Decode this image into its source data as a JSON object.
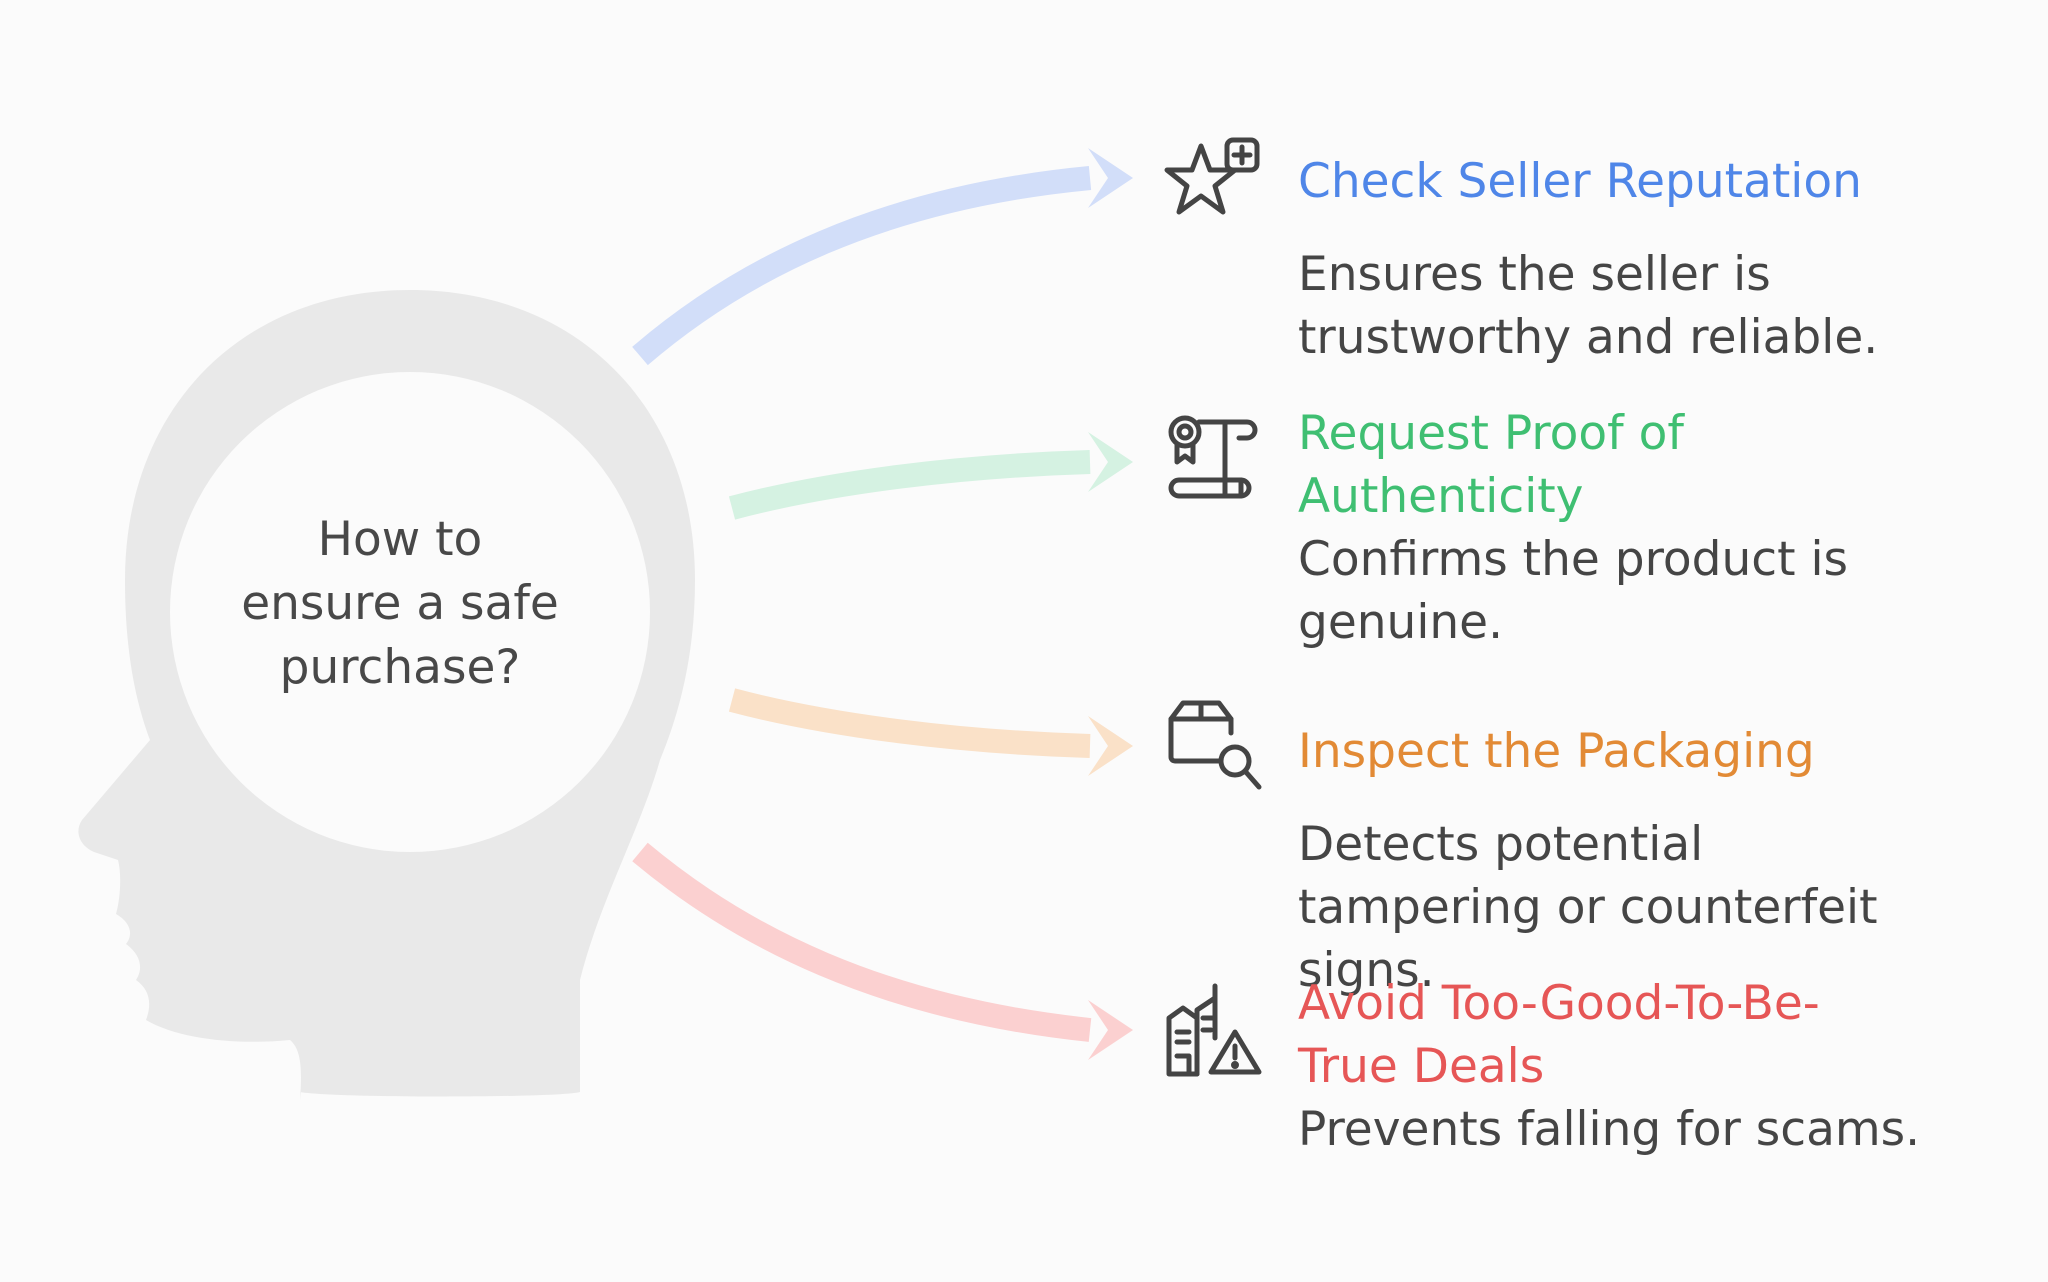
{
  "question": {
    "lines": [
      "How to",
      "ensure a safe",
      "purchase?"
    ]
  },
  "branches": [
    {
      "icon": "star-plus-icon",
      "color": "#4f86e8",
      "arrow_color": "#d2def9",
      "title_lines": [
        "Check Seller Reputation"
      ],
      "desc_lines": [
        "Ensures the seller is",
        "trustworthy and reliable."
      ]
    },
    {
      "icon": "certificate-scroll-icon",
      "color": "#3fbf72",
      "arrow_color": "#d5f2e2",
      "title_lines": [
        "Request Proof of",
        "Authenticity"
      ],
      "desc_lines": [
        "Confirms the product is",
        "genuine."
      ]
    },
    {
      "icon": "package-search-icon",
      "color": "#e28a35",
      "arrow_color": "#fae1c8",
      "title_lines": [
        "Inspect the Packaging"
      ],
      "desc_lines": [
        "Detects potential",
        "tampering or counterfeit",
        "signs."
      ]
    },
    {
      "icon": "shop-warning-icon",
      "color": "#e65656",
      "arrow_color": "#fbd0d0",
      "title_lines": [
        "Avoid Too-Good-To-Be-",
        "True Deals"
      ],
      "desc_lines": [
        "Prevents falling for scams."
      ]
    }
  ],
  "colors": {
    "head": "#e9e9e9",
    "head_inner": "#fbfbfb",
    "icon_stroke": "#444444",
    "text": "#454545"
  }
}
